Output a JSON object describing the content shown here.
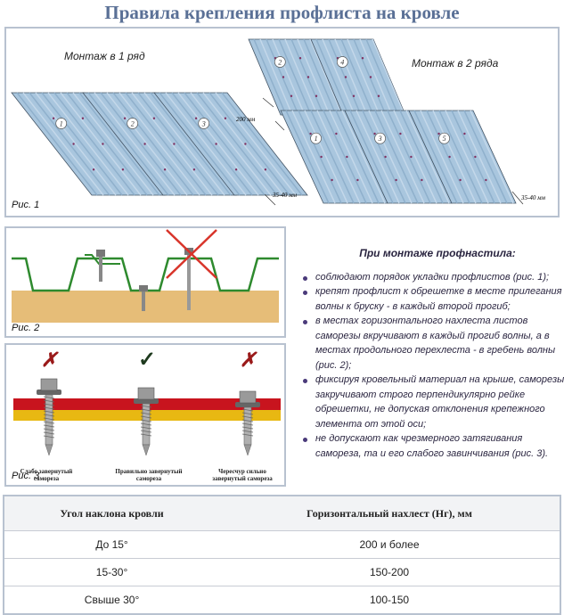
{
  "title": "Правила крепления профлиста на кровле",
  "fig1": {
    "caption": "Рис. 1",
    "left_label": "Монтаж в 1 ряд",
    "right_label": "Монтаж в 2 ряда",
    "left_sheets": [
      "1",
      "2",
      "3"
    ],
    "right_sheets": [
      "2",
      "4",
      "1",
      "3",
      "5"
    ],
    "overlap_dim": "200 мм",
    "edge_dim": "35-40 мм"
  },
  "fig2": {
    "caption": "Рис. 2"
  },
  "fig3": {
    "caption": "Рис. 3",
    "screws": [
      {
        "mark": "✗",
        "label": "Слабо завернутый самореза"
      },
      {
        "mark": "✓",
        "label": "Правильно завернутый самореза"
      },
      {
        "mark": "✗",
        "label": "Чересчур сильно завернутый самореза"
      }
    ]
  },
  "notes": {
    "heading": "При монтаже профнастила:",
    "items": [
      "соблюдают порядок укладки профлистов (рис. 1);",
      "крепят профлист к обрешетке в месте прилегания волны к бруску - в каждый второй прогиб;",
      "в местах горизонтального нахлеста листов саморезы вкручивают в каждый прогиб волны, а в местах продольного перехлеста  - в гребень волны (рис. 2);",
      "фиксируя кровельный материал на крыше, саморезы закручивают строго перпендикулярно рейке обрешетки, не допуская отклонения крепежного элемента от этой оси;",
      "не допускают как чрезмерного затягивания самореза, та и его слабого завинчивания (рис. 3)."
    ]
  },
  "table": {
    "headers": [
      "Угол наклона кровли",
      "Горизонтальный нахлест (Нг), мм"
    ],
    "rows": [
      [
        "До 15°",
        "200 и более"
      ],
      [
        "15-30°",
        "150-200"
      ],
      [
        "Свыше 30°",
        "100-150"
      ]
    ]
  },
  "colors": {
    "title": "#5a7096",
    "sheet": "#a9c6de",
    "red": "#c8141e",
    "yellow": "#e8b812",
    "green": "#2e8a2e",
    "board": "#e6bd78"
  }
}
